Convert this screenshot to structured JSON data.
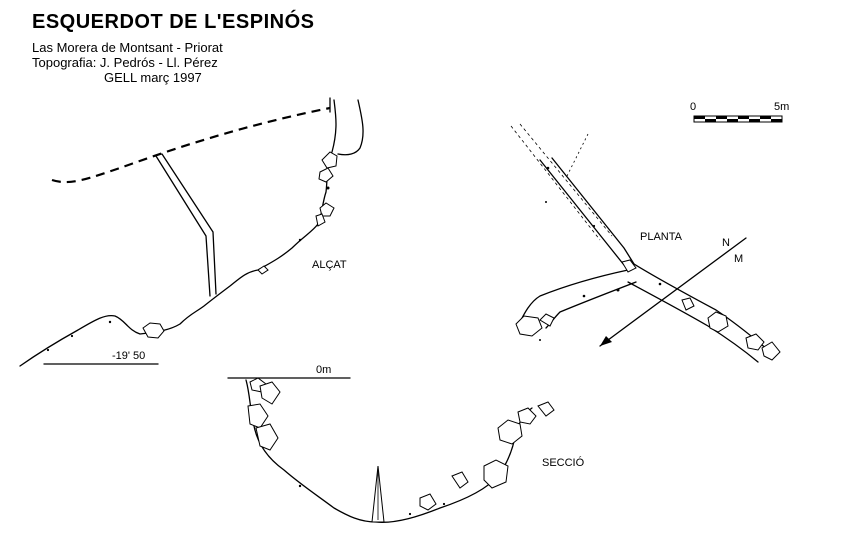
{
  "header": {
    "title": "ESQUERDOT DE L'ESPINÓS",
    "location": "Las Morera de Montsant - Priorat",
    "topography": "Topografia: J. Pedrós - Ll. Pérez",
    "group_date": "GELL  març 1997"
  },
  "scale": {
    "start": "0",
    "end": "5m"
  },
  "labels": {
    "alcat": "ALÇAT",
    "planta": "PLANTA",
    "seccio": "SECCIÓ",
    "depth": "-19' 50",
    "zero": "0m",
    "north": "N",
    "magnetic": "M"
  }
}
